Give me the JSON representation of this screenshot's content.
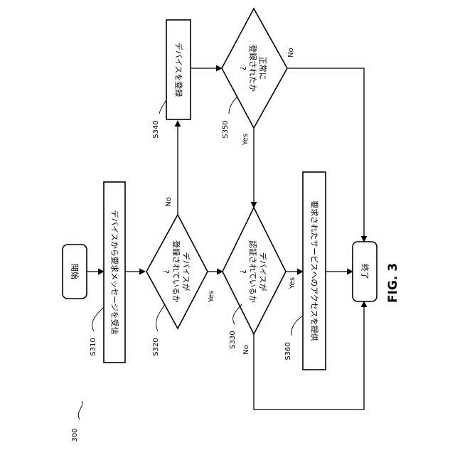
{
  "figure": {
    "id": "300",
    "caption": "FIG. 3"
  },
  "steps": {
    "start": "開始",
    "s310": {
      "ref": "S310",
      "text": "デバイスから要求メッセージを受信"
    },
    "s320": {
      "ref": "S320",
      "text": [
        "デバイスが",
        "登録されているか",
        "?"
      ]
    },
    "s330": {
      "ref": "S330",
      "text": [
        "デバイスが",
        "認証されているか",
        "?"
      ]
    },
    "s340": {
      "ref": "S340",
      "text": "デバイスを登録"
    },
    "s350": {
      "ref": "S350",
      "text": [
        "正常に",
        "登録されたか",
        "?"
      ]
    },
    "s360": {
      "ref": "S360",
      "text": "要求されたサービスへのアクセスを提供"
    },
    "end": "終了"
  },
  "branches": {
    "s320_yes": "Yes",
    "s320_no": "No",
    "s330_yes": "Yes",
    "s330_no": "No",
    "s350_yes": "Yes",
    "s350_no": "No"
  }
}
